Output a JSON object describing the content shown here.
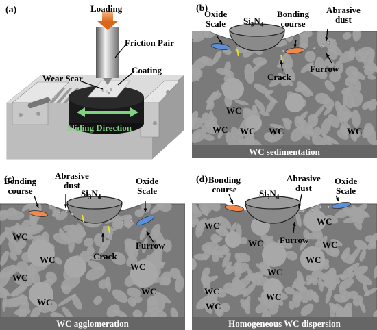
{
  "panels": {
    "a": {
      "label": "(a)",
      "loading": "Loading",
      "friction_pair": "Friction Pair",
      "wear_scar": "Wear Scar",
      "coating": "Coating",
      "sliding_direction": "Sliding Direction"
    },
    "b": {
      "label": "(b)",
      "oxide_scale": "Oxide\nScale",
      "ball": "Si3N4",
      "bonding_course": "Bonding\ncourse",
      "abrasive_dust": "Abrasive\ndust",
      "furrow": "Furrow",
      "crack": "Crack",
      "wc": "WC",
      "caption": "WC sedimentation"
    },
    "c": {
      "label": "(c)",
      "bonding_course": "Bonding\ncourse",
      "abrasive_dust": "Abrasive\ndust",
      "ball": "Si3N4",
      "oxide_scale": "Oxide\nScale",
      "furrow": "Furrow",
      "crack": "Crack",
      "wc": "WC",
      "caption": "WC agglomeration"
    },
    "d": {
      "label": "(d)",
      "bonding_course": "Bonding\ncourse",
      "ball": "Si3N4",
      "abrasive_dust": "Abrasive\ndust",
      "oxide_scale": "Oxide\nScale",
      "furrow": "Furrow",
      "wc": "WC",
      "caption": "Homogeneous WC dispersion"
    }
  },
  "colors": {
    "substrate": "#7a7a7a",
    "grain": "#a3a3a3",
    "caption_bar": "#666666",
    "arrow_orange": "#e07a2e",
    "arrow_green": "#7fd27f",
    "bonding": "#f08a4b",
    "oxide": "#5b8fd8",
    "crack": "#e8e020"
  }
}
